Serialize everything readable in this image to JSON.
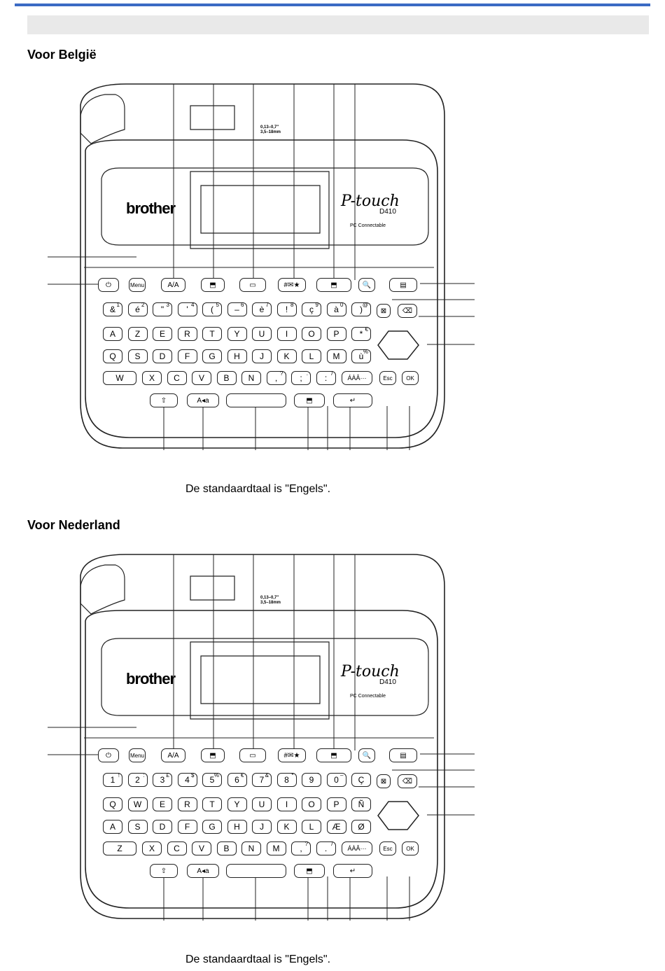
{
  "sections": [
    {
      "heading": "Voor België",
      "note": "De standaardtaal is \"Engels\".",
      "device": {
        "brand": "brother",
        "product": "P-touch",
        "model": "D410",
        "connect": "PC Connectable",
        "tape": "0,13–0,7\"\n3,5–18mm",
        "fkeys": [
          "Menu",
          "A/A",
          "⬒",
          "▭",
          "#✉★",
          "⬒",
          "🔍",
          "▤",
          "Esc",
          "OK",
          "A◂a",
          "⇧",
          "↵",
          "ÁÀÂ···",
          "⌫",
          "⊠"
        ],
        "row_num": [
          [
            "&",
            "1"
          ],
          [
            "é",
            "2"
          ],
          [
            "\"",
            "3"
          ],
          [
            "'",
            "4"
          ],
          [
            "(",
            "5"
          ],
          [
            "–",
            "6"
          ],
          [
            "è",
            "7"
          ],
          [
            "!",
            "8"
          ],
          [
            "ç",
            "9"
          ],
          [
            "à",
            "0"
          ],
          [
            ")",
            "@"
          ]
        ],
        "row1": [
          "A",
          "Z",
          "E",
          "R",
          "T",
          "Y",
          "U",
          "I",
          "O",
          "P",
          [
            "*",
            "€"
          ]
        ],
        "row2": [
          "Q",
          "S",
          "D",
          "F",
          "G",
          "H",
          "J",
          "K",
          "L",
          "M",
          [
            "ù",
            "%"
          ]
        ],
        "row3": [
          "W",
          "X",
          "C",
          "V",
          "B",
          "N",
          [
            ",",
            "?"
          ],
          [
            ";",
            "."
          ],
          [
            ":",
            "/"
          ]
        ]
      }
    },
    {
      "heading": "Voor Nederland",
      "note": "De standaardtaal is \"Engels\".",
      "device": {
        "brand": "brother",
        "product": "P-touch",
        "model": "D410",
        "connect": "PC Connectable",
        "tape": "0,13–0,7\"\n3,5–18mm",
        "fkeys": [
          "Menu",
          "A/A",
          "⬒",
          "▭",
          "#✉★",
          "⬒",
          "🔍",
          "▤",
          "Esc",
          "OK",
          "A◂a",
          "⇧",
          "↵",
          "ÁÀÂ···",
          "⌫",
          "⊠"
        ],
        "row_num": [
          [
            "1",
            "!"
          ],
          [
            "2",
            ":"
          ],
          [
            "3",
            "£"
          ],
          [
            "4",
            "$"
          ],
          [
            "5",
            "%"
          ],
          [
            "6",
            "€"
          ],
          [
            "7",
            "&"
          ],
          [
            "8",
            "*"
          ],
          [
            "9",
            "'"
          ],
          [
            "0",
            "–"
          ],
          [
            "Ç",
            ""
          ]
        ],
        "row1": [
          "Q",
          "W",
          "E",
          "R",
          "T",
          "Y",
          "U",
          "I",
          "O",
          "P",
          "Ñ"
        ],
        "row2": [
          "A",
          "S",
          "D",
          "F",
          "G",
          "H",
          "J",
          "K",
          "L",
          "Æ",
          "Ø"
        ],
        "row3": [
          "Z",
          "X",
          "C",
          "V",
          "B",
          "N",
          "M",
          [
            ",",
            "?"
          ],
          [
            ".",
            "/"
          ]
        ]
      }
    }
  ]
}
